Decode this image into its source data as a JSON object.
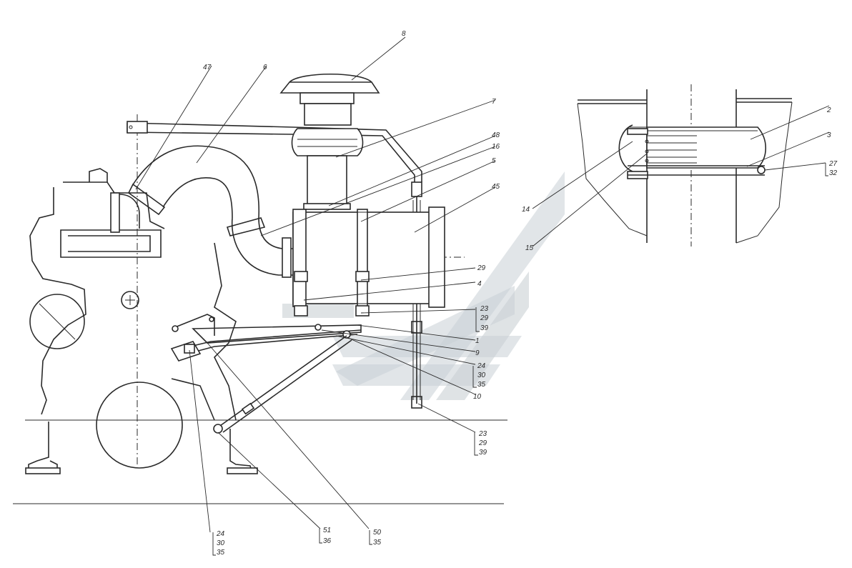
{
  "callouts": {
    "c47": "47",
    "c6": "6",
    "c8": "8",
    "c7": "7",
    "c48": "48",
    "c16": "16",
    "c5": "5",
    "c45": "45",
    "c29a": "29",
    "c4": "4",
    "c23a": "23",
    "c29b": "29",
    "c39a": "39",
    "c1": "1",
    "c9": "9",
    "c24a": "24",
    "c30a": "30",
    "c35a": "35",
    "c10": "10",
    "c23b": "23",
    "c29c": "29",
    "c39b": "39",
    "c24b": "24",
    "c30b": "30",
    "c35b": "35",
    "c51": "51",
    "c36": "36",
    "c50": "50",
    "c35c": "35",
    "c2": "2",
    "c3": "3",
    "c27": "27",
    "c32": "32",
    "c14": "14",
    "c15": "15"
  }
}
